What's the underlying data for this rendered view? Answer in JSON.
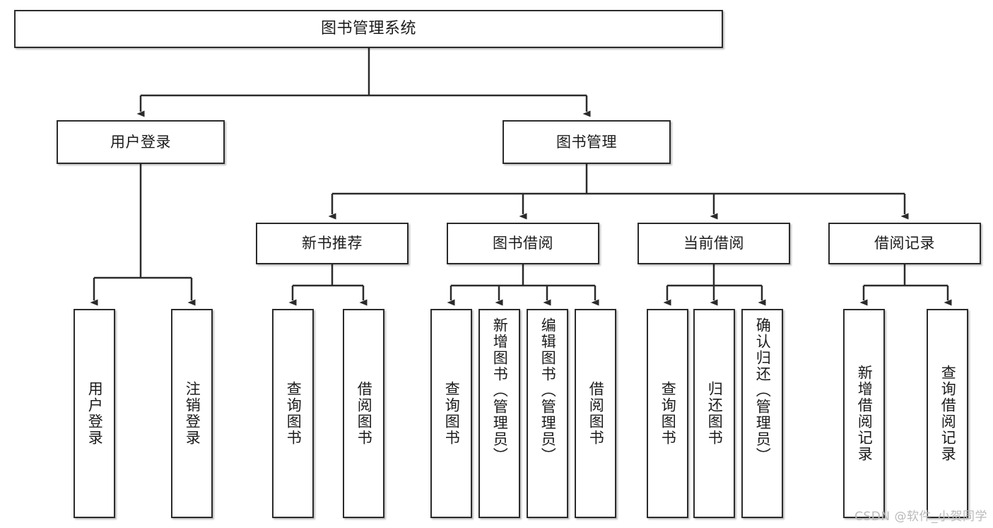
{
  "diagram": {
    "title": "图书管理系统",
    "type": "tree-hierarchy",
    "watermark": "CSDN @软件_小贺同学",
    "colors": {
      "node_border": "#2b2b2b",
      "node_fill": "#ffffff",
      "edge": "#2b2b2b",
      "text": "#1b1b1b",
      "watermark": "#b9b9b9",
      "background": "#ffffff"
    },
    "levels": {
      "root": "图书管理系统",
      "level2": [
        "用户登录",
        "图书管理"
      ],
      "level3": [
        "新书推荐",
        "图书借阅",
        "当前借阅",
        "借阅记录"
      ],
      "level4": [
        "用户登录",
        "注销登录",
        "查询图书",
        "借阅图书",
        "查询图书",
        "新增图书（管理员）",
        "编辑图书（管理员）",
        "借阅图书",
        "查询图书",
        "归还图书",
        "确认归还（管理员）",
        "新增借阅记录",
        "查询借阅记录"
      ]
    },
    "nodes": {
      "root": {
        "label": "图书管理系统"
      },
      "user_login": {
        "label": "用户登录"
      },
      "book_manage": {
        "label": "图书管理"
      },
      "new_book_rec": {
        "label": "新书推荐"
      },
      "book_borrow": {
        "label": "图书借阅"
      },
      "current_borrow": {
        "label": "当前借阅"
      },
      "borrow_record": {
        "label": "借阅记录"
      },
      "leaf_user_login": {
        "label": "用户登录"
      },
      "leaf_user_logout": {
        "label": "注销登录"
      },
      "leaf_rec_query": {
        "label": "查询图书"
      },
      "leaf_rec_borrow": {
        "label": "借阅图书"
      },
      "leaf_bb_query": {
        "label": "查询图书"
      },
      "leaf_bb_add": {
        "label": "新增图书（管理员）"
      },
      "leaf_bb_edit": {
        "label": "编辑图书（管理员）"
      },
      "leaf_bb_borrow": {
        "label": "借阅图书"
      },
      "leaf_cb_query": {
        "label": "查询图书"
      },
      "leaf_cb_return": {
        "label": "归还图书"
      },
      "leaf_cb_confirm": {
        "label": "确认归还（管理员）"
      },
      "leaf_br_add": {
        "label": "新增借阅记录"
      },
      "leaf_br_query": {
        "label": "查询借阅记录"
      }
    }
  }
}
